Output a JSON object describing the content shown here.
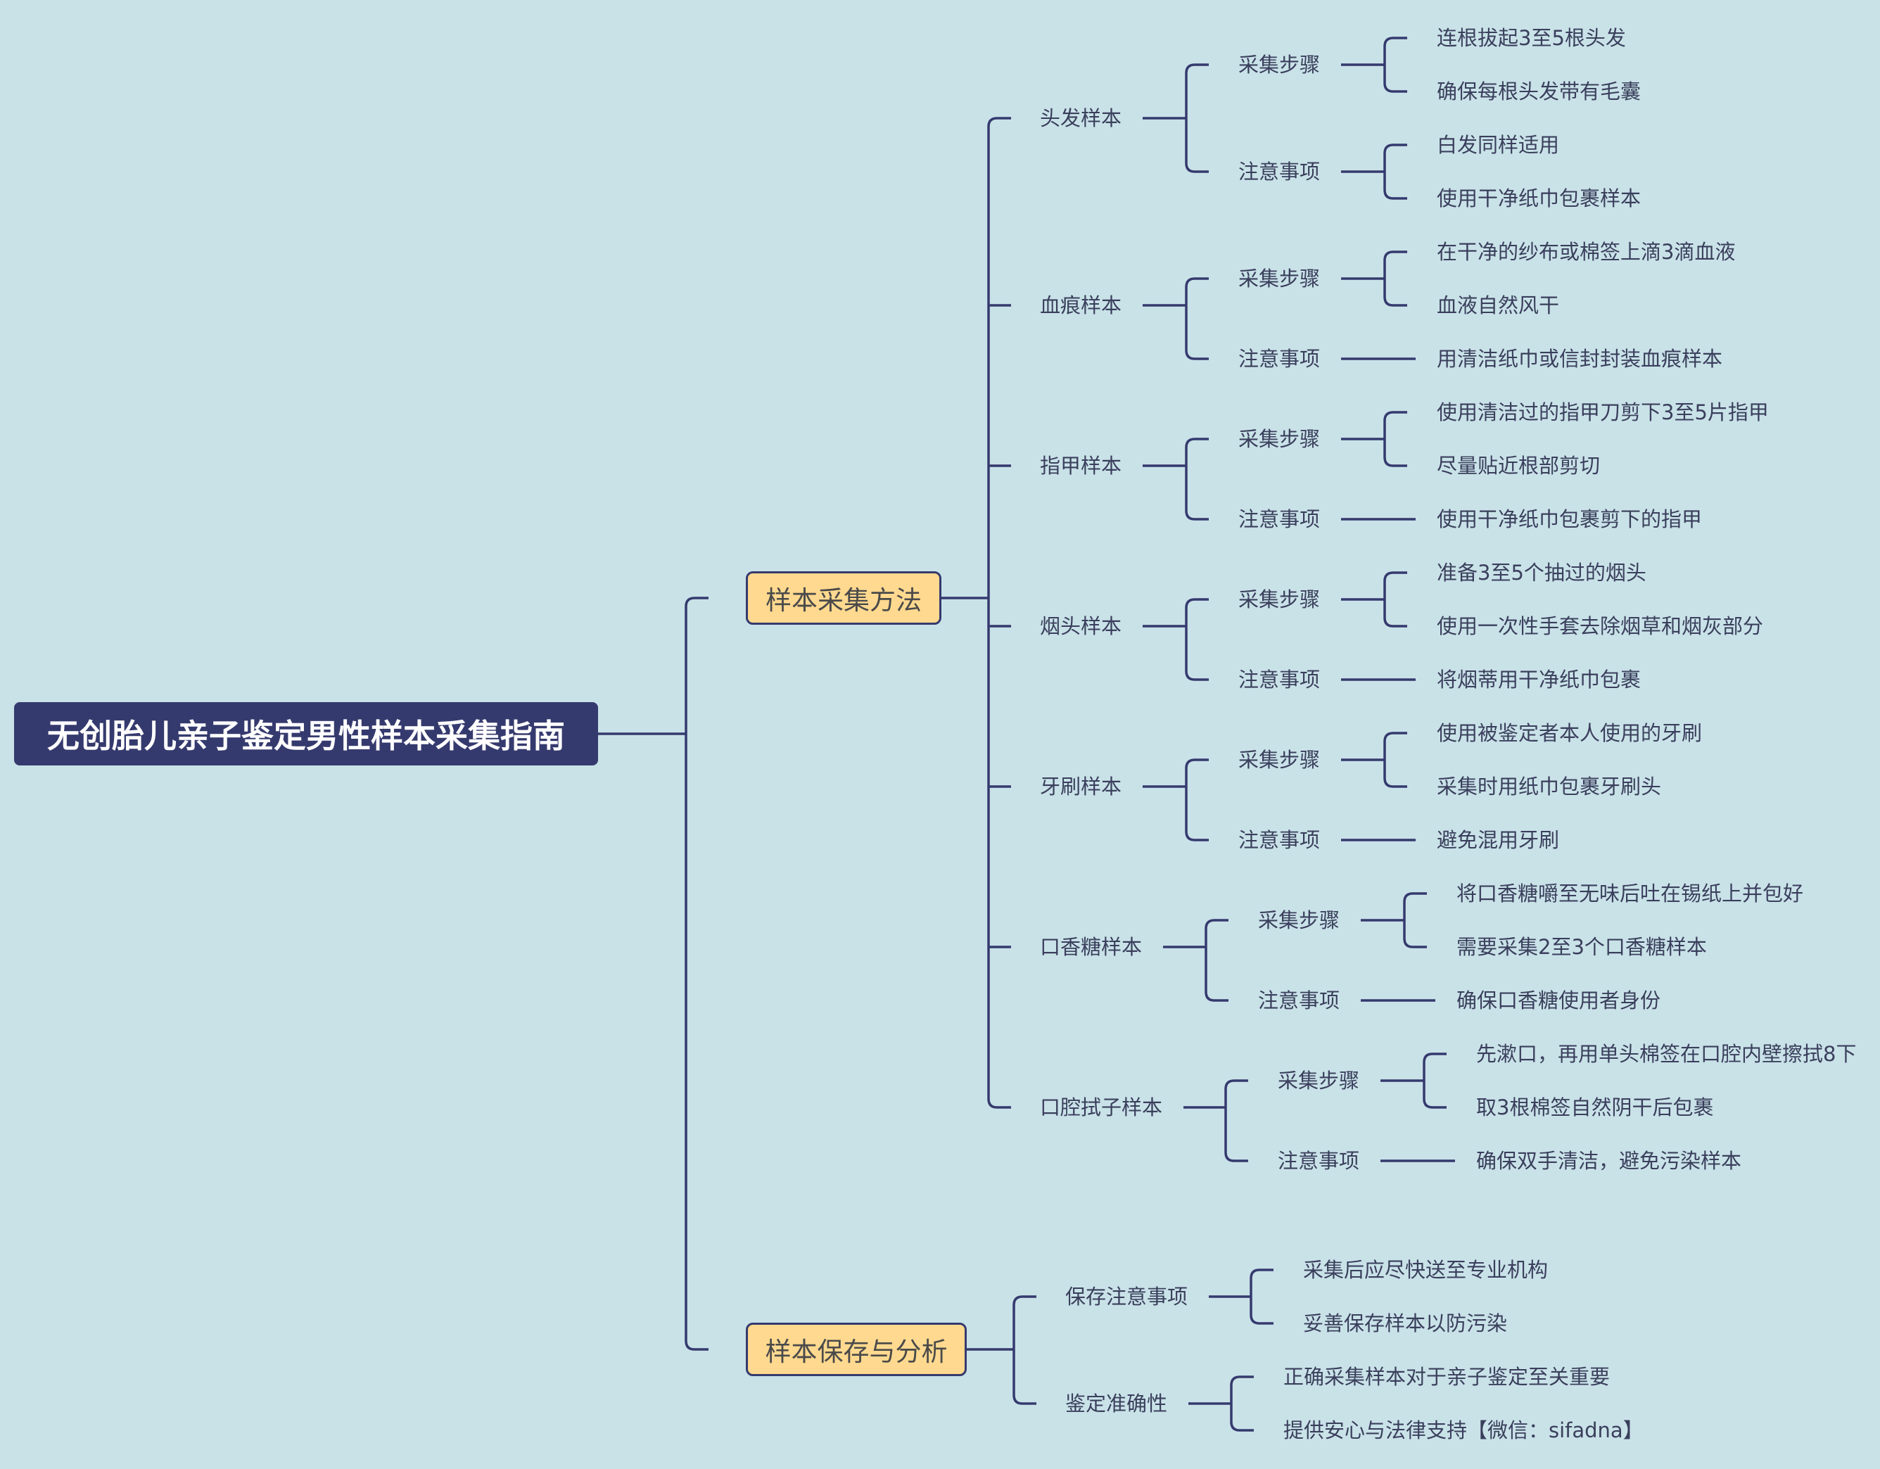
{
  "title": "无创胎儿亲子鉴定男性样本采集指南",
  "line_color": "#353a6e",
  "background_color": "#c9e2e8",
  "accent_fill": "#ffd98f",
  "branches": [
    {
      "label": "样本采集方法",
      "children": [
        {
          "label": "头发样本",
          "children": [
            {
              "label": "采集步骤",
              "children": [
                "连根拔起3至5根头发",
                "确保每根头发带有毛囊"
              ]
            },
            {
              "label": "注意事项",
              "children": [
                "白发同样适用",
                "使用干净纸巾包裹样本"
              ]
            }
          ]
        },
        {
          "label": "血痕样本",
          "children": [
            {
              "label": "采集步骤",
              "children": [
                "在干净的纱布或棉签上滴3滴血液",
                "血液自然风干"
              ]
            },
            {
              "label": "注意事项",
              "children": [
                "用清洁纸巾或信封封装血痕样本"
              ]
            }
          ]
        },
        {
          "label": "指甲样本",
          "children": [
            {
              "label": "采集步骤",
              "children": [
                "使用清洁过的指甲刀剪下3至5片指甲",
                "尽量贴近根部剪切"
              ]
            },
            {
              "label": "注意事项",
              "children": [
                "使用干净纸巾包裹剪下的指甲"
              ]
            }
          ]
        },
        {
          "label": "烟头样本",
          "children": [
            {
              "label": "采集步骤",
              "children": [
                "准备3至5个抽过的烟头",
                "使用一次性手套去除烟草和烟灰部分"
              ]
            },
            {
              "label": "注意事项",
              "children": [
                "将烟蒂用干净纸巾包裹"
              ]
            }
          ]
        },
        {
          "label": "牙刷样本",
          "children": [
            {
              "label": "采集步骤",
              "children": [
                "使用被鉴定者本人使用的牙刷",
                "采集时用纸巾包裹牙刷头"
              ]
            },
            {
              "label": "注意事项",
              "children": [
                "避免混用牙刷"
              ]
            }
          ]
        },
        {
          "label": "口香糖样本",
          "children": [
            {
              "label": "采集步骤",
              "children": [
                "将口香糖嚼至无味后吐在锡纸上并包好",
                "需要采集2至3个口香糖样本"
              ]
            },
            {
              "label": "注意事项",
              "children": [
                "确保口香糖使用者身份"
              ]
            }
          ]
        },
        {
          "label": "口腔拭子样本",
          "children": [
            {
              "label": "采集步骤",
              "children": [
                "先漱口，再用单头棉签在口腔内壁擦拭8下",
                "取3根棉签自然阴干后包裹"
              ]
            },
            {
              "label": "注意事项",
              "children": [
                "确保双手清洁，避免污染样本"
              ]
            }
          ]
        }
      ]
    },
    {
      "label": "样本保存与分析",
      "children": [
        {
          "label": "保存注意事项",
          "children": [
            "采集后应尽快送至专业机构",
            "妥善保存样本以防污染"
          ]
        },
        {
          "label": "鉴定准确性",
          "children": [
            "正确采集样本对于亲子鉴定至关重要",
            "提供安心与法律支持【微信：sifadna】"
          ]
        }
      ]
    }
  ]
}
